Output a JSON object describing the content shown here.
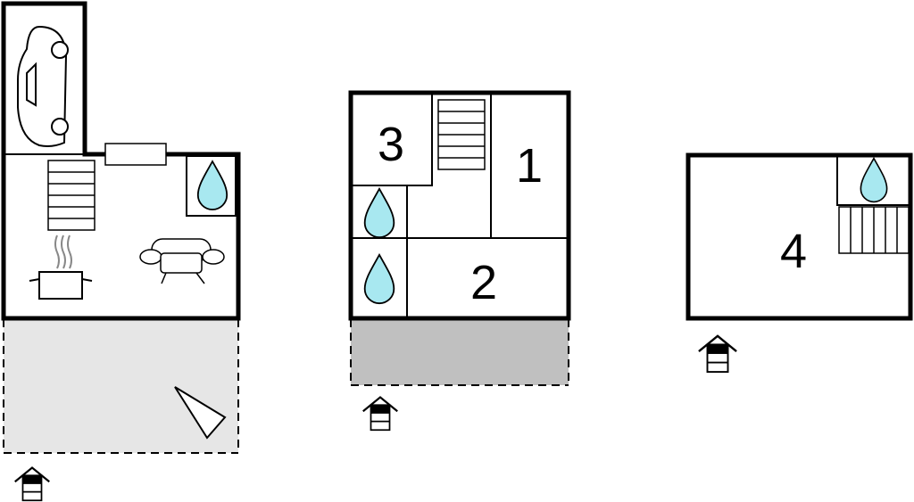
{
  "rooms": {
    "bedroom_1": "1",
    "bedroom_2": "2",
    "bedroom_3": "3",
    "bedroom_4": "4"
  },
  "colors": {
    "water": "#a8e8f0",
    "terrace_light": "#e6e6e6",
    "terrace_dark": "#c0c0c0",
    "walls": "#000000"
  },
  "icons": [
    "car-icon",
    "stairs-icon",
    "bench-icon",
    "water-drop-icon",
    "cooking-pot-icon",
    "steam-icon",
    "armchair-icon",
    "sun-lounger-icon",
    "entrance-icon"
  ]
}
